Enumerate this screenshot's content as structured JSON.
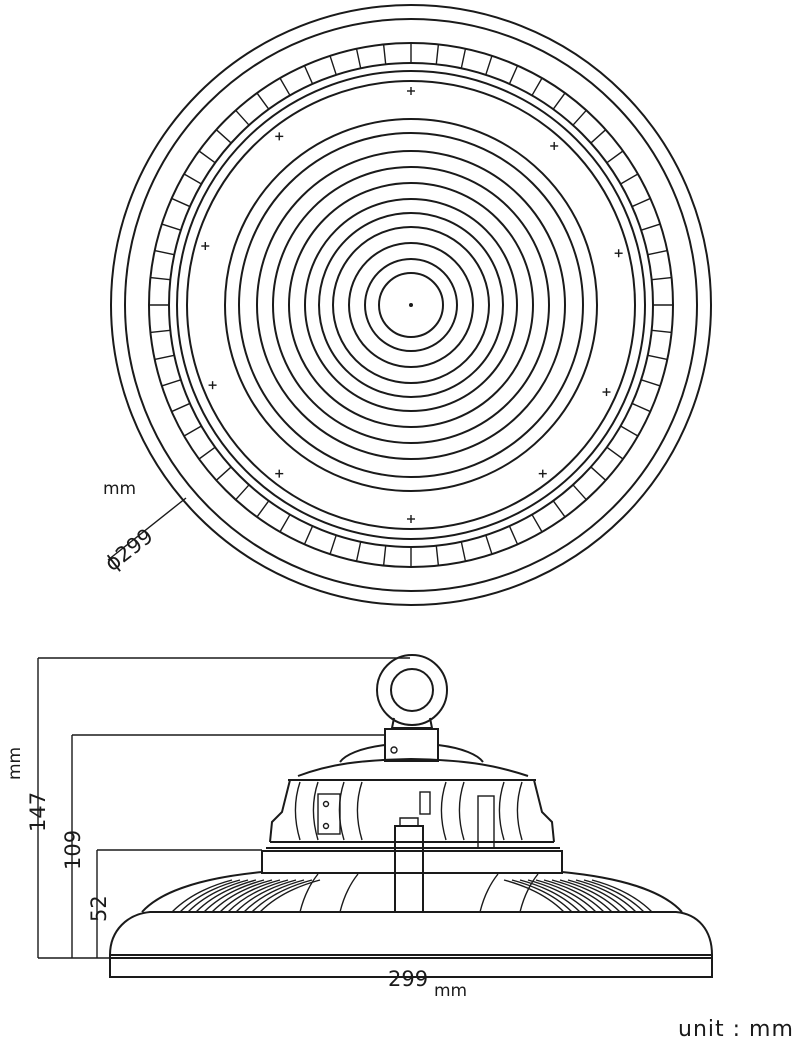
{
  "top_view": {
    "diameter_label": "ϕ299",
    "diameter_unit": "mm"
  },
  "side_view": {
    "height_total_label": "147",
    "height_total_unit": "mm",
    "height_body_label": "109",
    "height_base_label": "52",
    "width_label": "299",
    "width_unit": "mm"
  },
  "unit_note": "unit : mm",
  "colors": {
    "line": "#1a1a1a",
    "background": "#ffffff"
  }
}
